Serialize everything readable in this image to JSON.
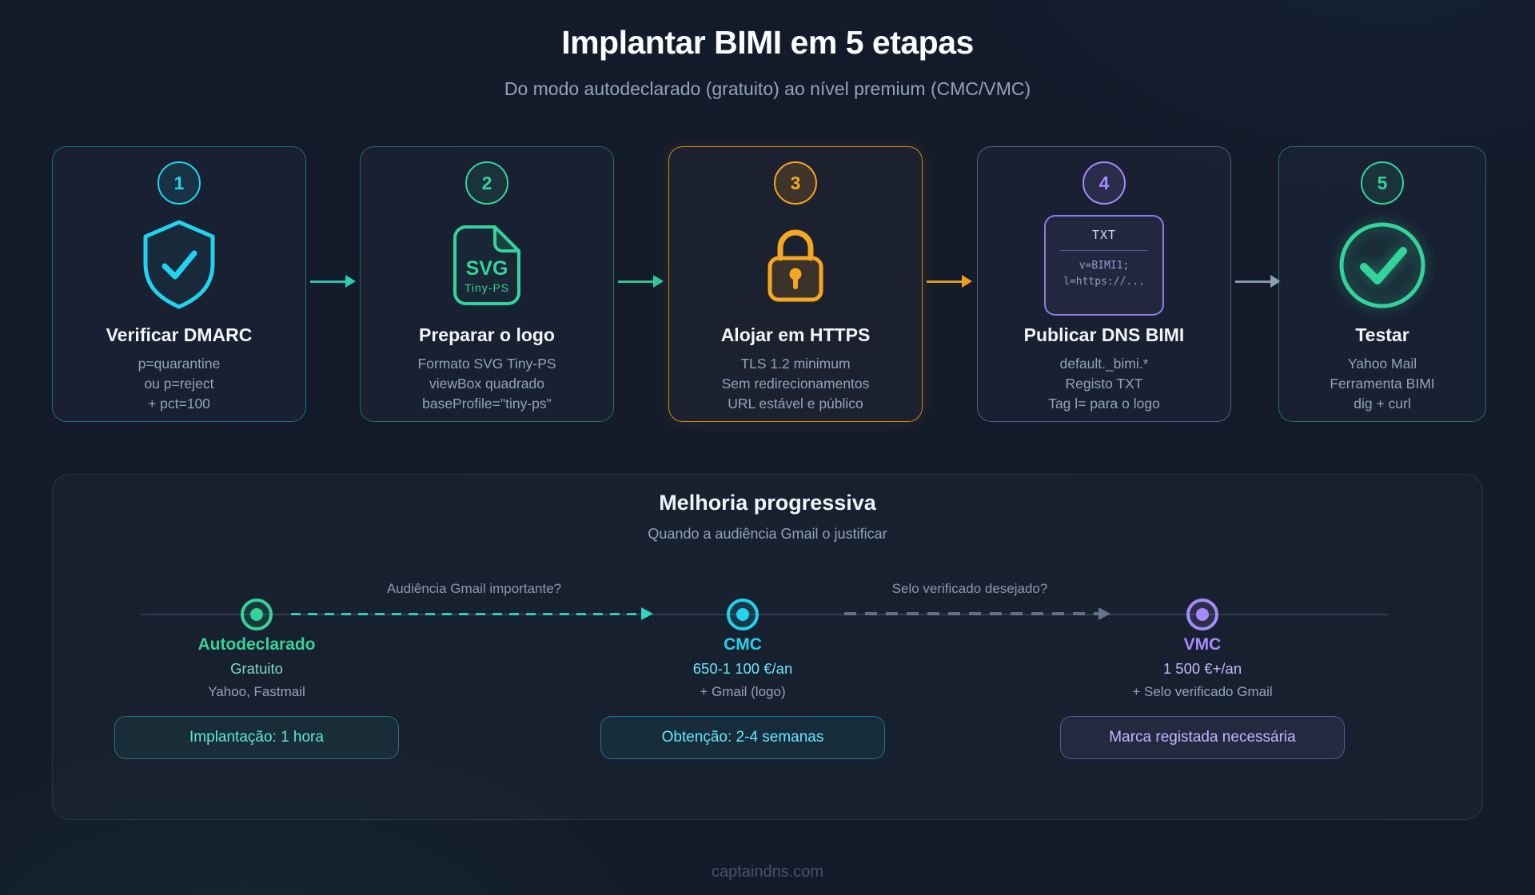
{
  "theme": {
    "background": "#131b2a",
    "card_background": "#1e293b",
    "text_primary": "#f1f5f9",
    "text_muted": "#94a3b8"
  },
  "header": {
    "title": "Implantar BIMI em 5 etapas",
    "subtitle": "Do modo autodeclarado (gratuito) ao nível premium (CMC/VMC)"
  },
  "steps": [
    {
      "number": "1",
      "title": "Verificar DMARC",
      "lines": [
        "p=quarantine",
        "ou p=reject",
        "+ pct=100"
      ],
      "accent": "#22d3ee",
      "icon": "shield-check-icon"
    },
    {
      "number": "2",
      "title": "Preparar o logo",
      "lines": [
        "Formato SVG Tiny-PS",
        "viewBox quadrado",
        "baseProfile=\"tiny-ps\""
      ],
      "accent": "#34d399",
      "icon": "svg-file-icon",
      "icon_text": {
        "format": "SVG",
        "profile": "Tiny-PS"
      }
    },
    {
      "number": "3",
      "title": "Alojar em HTTPS",
      "lines": [
        "TLS 1.2 minimum",
        "Sem redirecionamentos",
        "URL estável e público"
      ],
      "accent": "#f5a623",
      "icon": "padlock-icon",
      "highlighted": true
    },
    {
      "number": "4",
      "title": "Publicar DNS BIMI",
      "lines": [
        "default._bimi.*",
        "Registo TXT",
        "Tag l= para o logo"
      ],
      "accent": "#a78bfa",
      "icon": "dns-txt-record-icon",
      "icon_text": {
        "record_type": "TXT",
        "line1": "v=BIMI1;",
        "line2": "l=https://..."
      }
    },
    {
      "number": "5",
      "title": "Testar",
      "lines": [
        "Yahoo Mail",
        "Ferramenta BIMI",
        "dig + curl"
      ],
      "accent": "#34d399",
      "icon": "check-circle-icon"
    }
  ],
  "flow_arrows": [
    {
      "color": "#2dd4bf"
    },
    {
      "color": "#34d399"
    },
    {
      "color": "#f5a623"
    },
    {
      "color": "#94a3b8"
    }
  ],
  "progression": {
    "title": "Melhoria progressiva",
    "subtitle": "Quando a audiência Gmail o justificar",
    "transitions": [
      {
        "label": "Audiência Gmail importante?",
        "color": "#2dd4bf"
      },
      {
        "label": "Selo verificado desejado?",
        "color": "#64748b"
      }
    ],
    "tiers": [
      {
        "name": "Autodeclarado",
        "price": "Gratuito",
        "detail": "Yahoo, Fastmail",
        "badge": "Implantação: 1 hora",
        "accent": "#34d399"
      },
      {
        "name": "CMC",
        "price": "650-1 100 €/an",
        "detail": "+ Gmail (logo)",
        "badge": "Obtenção: 2-4 semanas",
        "accent": "#22d3ee"
      },
      {
        "name": "VMC",
        "price": "1 500 €+/an",
        "detail": "+ Selo verificado Gmail",
        "badge": "Marca registada necessária",
        "accent": "#a78bfa"
      }
    ]
  },
  "footer": {
    "site": "captaindns.com"
  }
}
